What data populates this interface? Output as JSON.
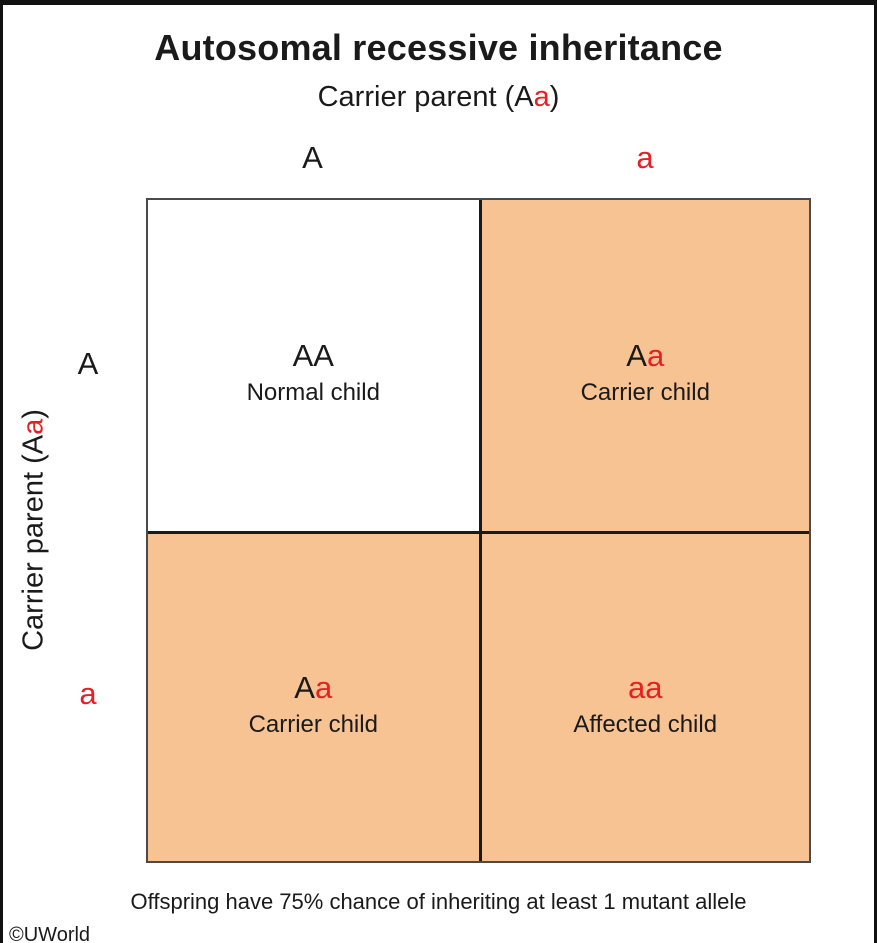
{
  "colors": {
    "carrier_cell_bg": "#F7C392",
    "normal_cell_bg": "#FFFFFF",
    "allele_red": "#E32126",
    "text_black": "#1A1A1A",
    "frame_border": "#111111",
    "grid_outer_border": "#4A4A4A",
    "grid_inner_border": "#1A1A1A"
  },
  "title": "Autosomal recessive inheritance",
  "top_parent_label": {
    "prefix": "Carrier parent (A",
    "red_allele": "a",
    "suffix": ")"
  },
  "left_parent_label": {
    "prefix": "Carrier parent (A",
    "red_allele": "a",
    "suffix": ")"
  },
  "column_headers": {
    "dominant": "A",
    "recessive": "a"
  },
  "row_headers": {
    "dominant": "A",
    "recessive": "a"
  },
  "punnett_cells": [
    {
      "genotype_black": "AA",
      "genotype_red": "",
      "label": "Normal child",
      "status": "normal"
    },
    {
      "genotype_black": "A",
      "genotype_red": "a",
      "label": "Carrier child",
      "status": "carrier"
    },
    {
      "genotype_black": "A",
      "genotype_red": "a",
      "label": "Carrier child",
      "status": "carrier"
    },
    {
      "genotype_black": "",
      "genotype_red": "aa",
      "label": "Affected child",
      "status": "affected"
    }
  ],
  "caption": "Offspring have 75% chance of inheriting at least 1 mutant allele",
  "copyright": "©UWorld"
}
